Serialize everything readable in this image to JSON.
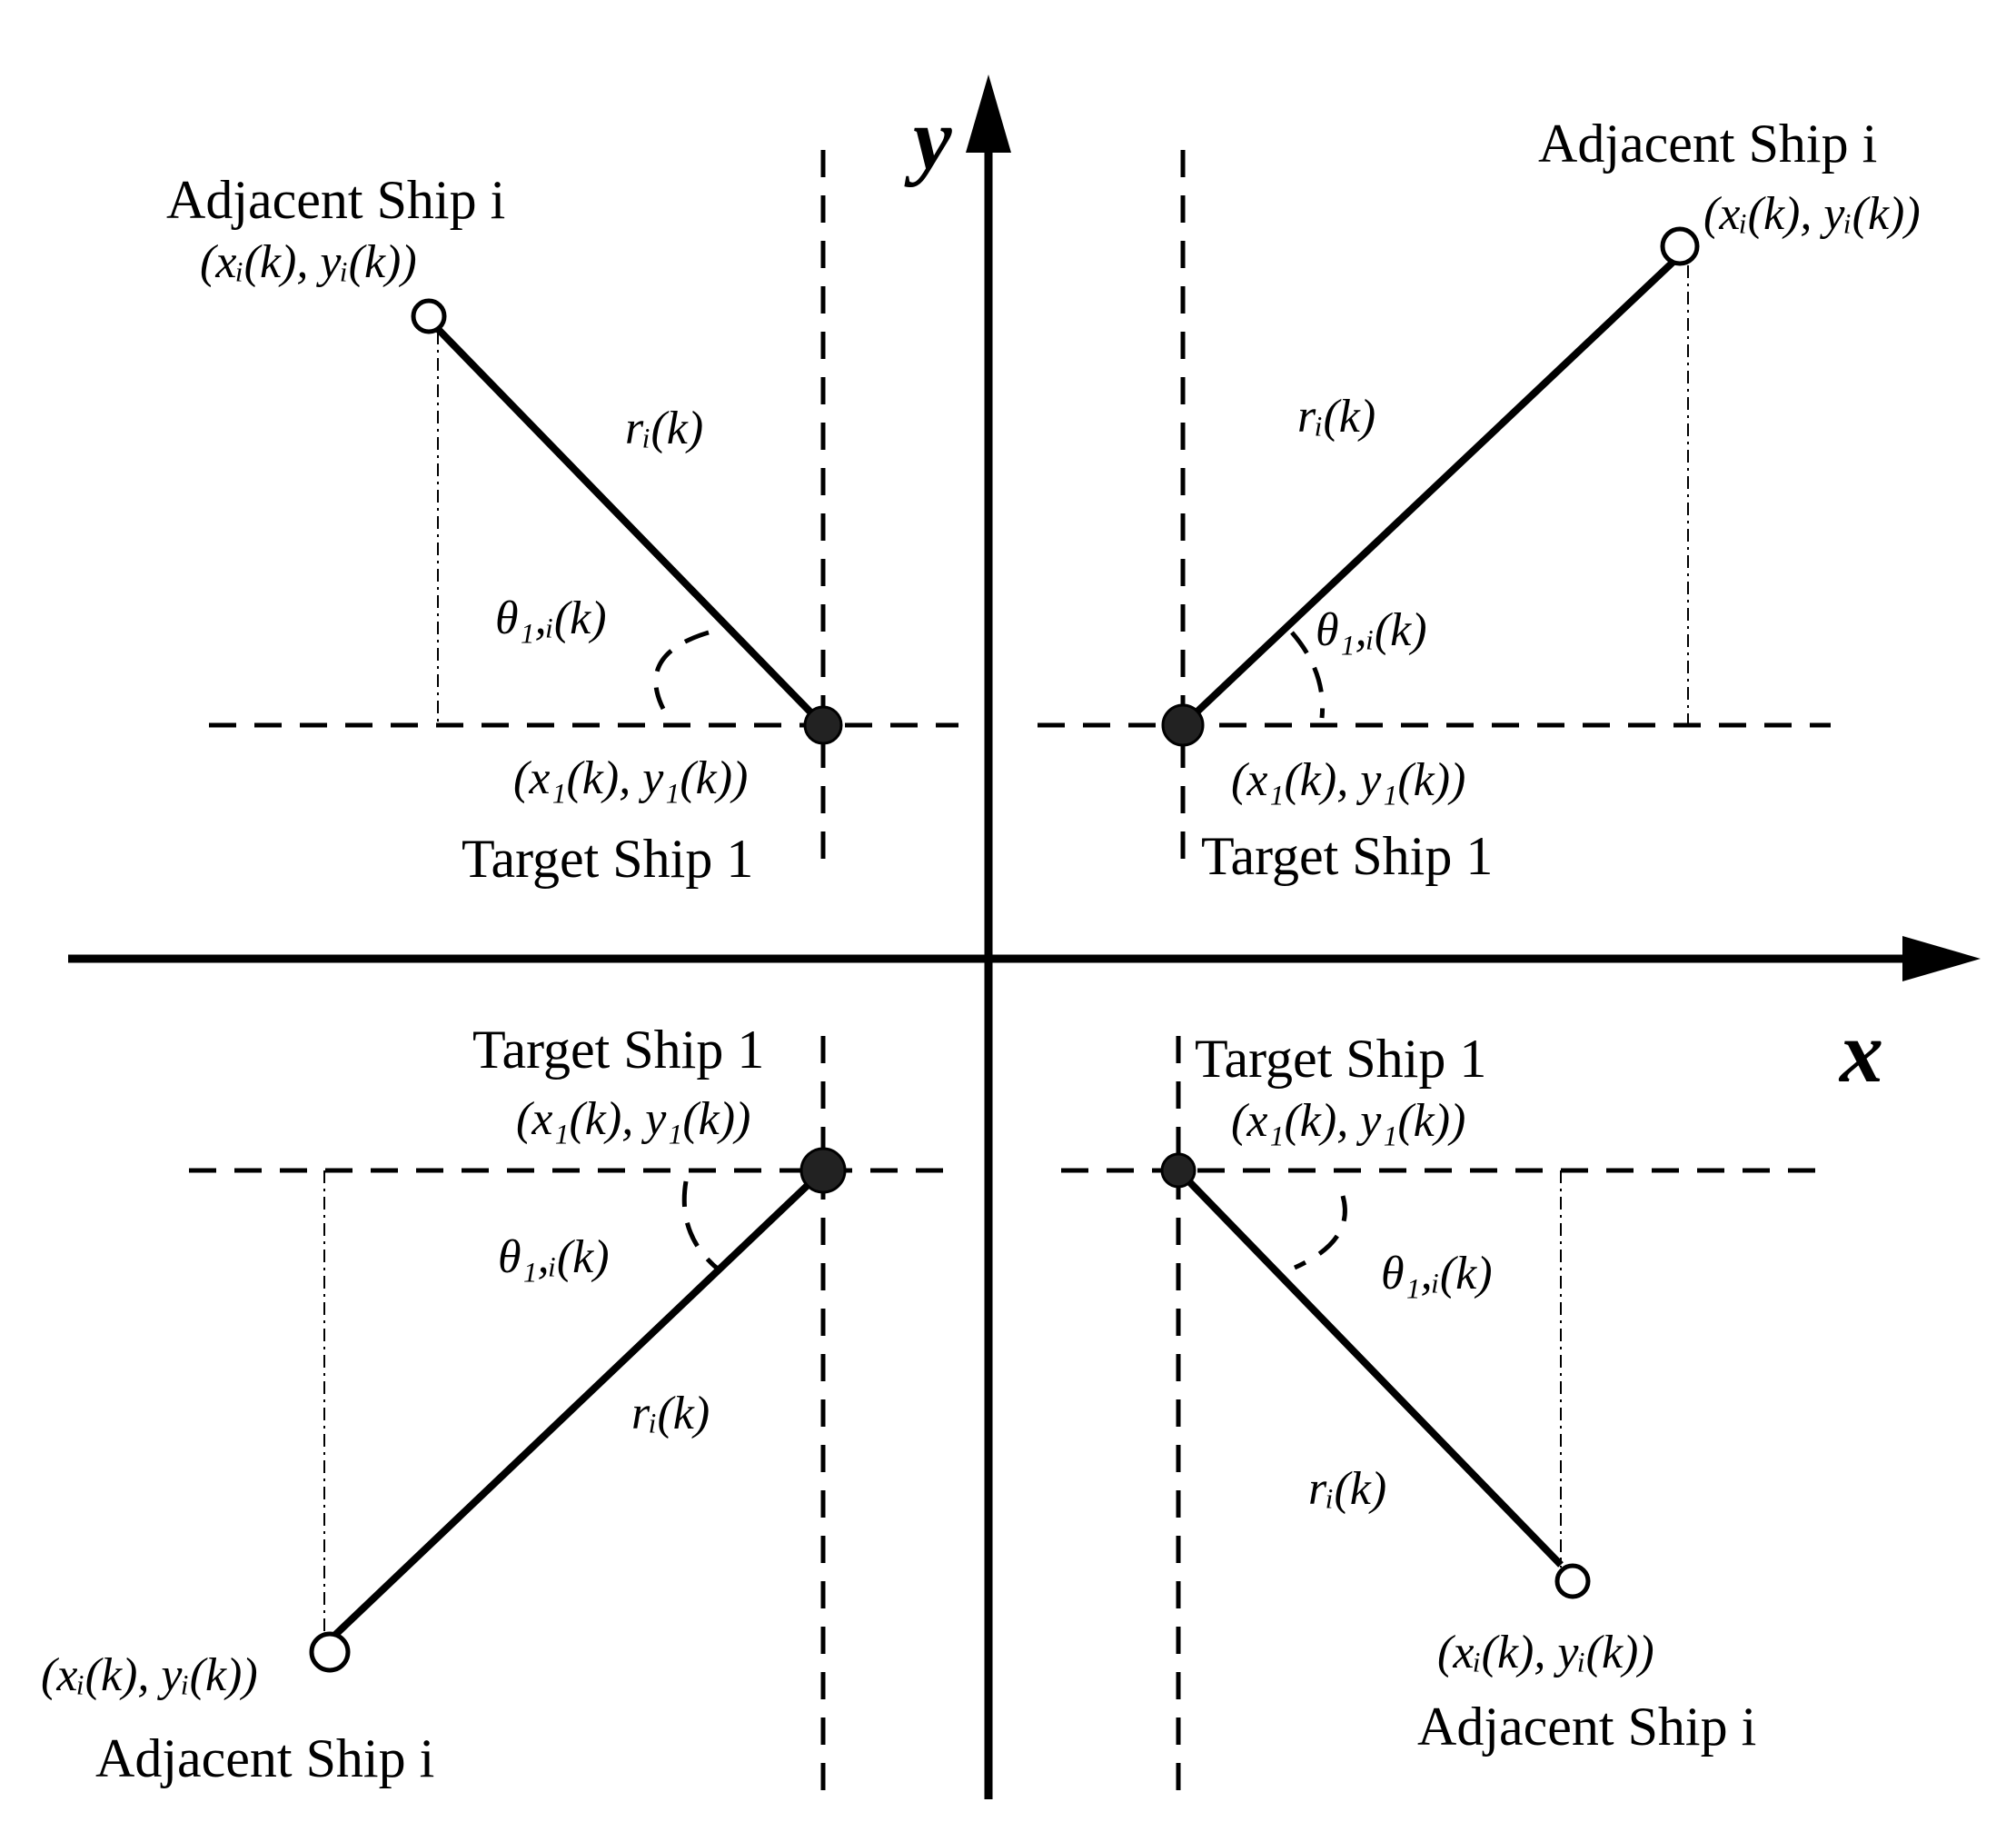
{
  "axes": {
    "x_label": "x",
    "y_label": "y"
  },
  "quadrants": [
    {
      "position": "top-left",
      "target_label": "Target Ship 1",
      "target_coord": "(x₁(k), y₁(k))",
      "adjacent_label": "Adjacent Ship i",
      "adjacent_coord": "(xᵢ(k), yᵢ(k))",
      "distance_label": "rᵢ(k)",
      "angle_label": "θ₁,ᵢ(k)"
    },
    {
      "position": "top-right",
      "target_label": "Target Ship 1",
      "target_coord": "(x₁(k), y₁(k))",
      "adjacent_label": "Adjacent Ship i",
      "adjacent_coord": "(xᵢ(k), yᵢ(k))",
      "distance_label": "rᵢ(k)",
      "angle_label": "θ₁,ᵢ(k)"
    },
    {
      "position": "bottom-left",
      "target_label": "Target Ship 1",
      "target_coord": "(x₁(k), y₁(k))",
      "adjacent_label": "Adjacent Ship i",
      "adjacent_coord": "(xᵢ(k), yᵢ(k))",
      "distance_label": "rᵢ(k)",
      "angle_label": "θ₁,ᵢ(k)"
    },
    {
      "position": "bottom-right",
      "target_label": "Target Ship 1",
      "target_coord": "(x₁(k), y₁(k))",
      "adjacent_label": "Adjacent Ship i",
      "adjacent_coord": "(xᵢ(k), yᵢ(k))",
      "distance_label": "rᵢ(k)",
      "angle_label": "θ₁,ᵢ(k)"
    }
  ]
}
